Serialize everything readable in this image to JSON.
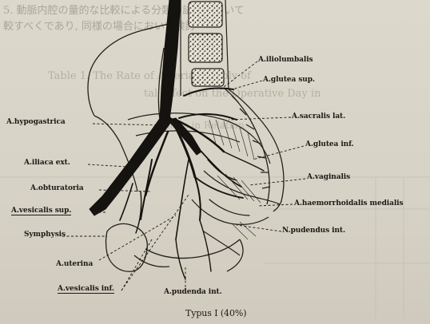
{
  "figure": {
    "caption": "Typus I (40%)",
    "labels": {
      "iliolumbalis": "A.iliolumbalis",
      "glutea_sup": "A.glutea sup.",
      "hypogastrica": "A.hypogastrica",
      "sacralis_lat": "A.sacralis lat.",
      "glutea_inf": "A.glutea inf.",
      "iliaca_ext": "A.iliaca ext.",
      "vaginalis": "A.vaginalis",
      "obturatoria": "A.obturatoria",
      "haemorrhoidalis_medialis": "A.haemorrhoidalis medialis",
      "vesicalis_sup": "A.vesicalis sup.",
      "symphysis": "Symphysis",
      "pudendus_int": "N.pudendus int.",
      "uterina": "A.uterina",
      "vesicalis_inf": "A.vesicalis inf.",
      "pudenda_int": "A.pudenda int."
    }
  },
  "background_text": {
    "line1": "5. 動脈内腔の量的な比較による分類の試みについて",
    "line2": "較すべくであり, 同様の場合において検討",
    "line3": "Table 1. The Rate of Arterial Supply of",
    "line4": "tal Effect on the Operative Day in",
    "line5": "Cases in Relation"
  }
}
